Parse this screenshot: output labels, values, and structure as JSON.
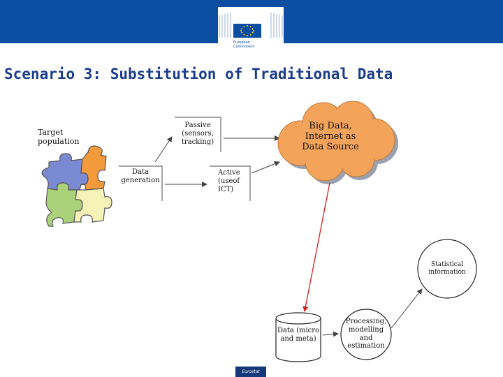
{
  "header": {
    "logo_text": "European\nCommission"
  },
  "title": "Scenario 3: Substitution of Traditional Data",
  "diagram": {
    "target_population": "Target population",
    "passive": "Passive (sensors, tracking)",
    "data_generation": "Data generation",
    "active": "Active (useof ICT)",
    "big_data": "Big Data, Internet as Data Source",
    "statistical_information": "Statistical information",
    "data_store": "Data (micro and meta)",
    "processing": "Processing, modelling and estimation"
  },
  "footer": {
    "badge": "Eurostat"
  },
  "colors": {
    "banner": "#0b4ea2",
    "title": "#1a3c8c",
    "cloud_fill": "#f4a35a",
    "red_arrow": "#d41f1f",
    "puzzle_blue": "#7a8ad2",
    "puzzle_orange": "#f39a3c",
    "puzzle_green": "#a9d27a",
    "puzzle_yellow": "#f6f3b8"
  }
}
